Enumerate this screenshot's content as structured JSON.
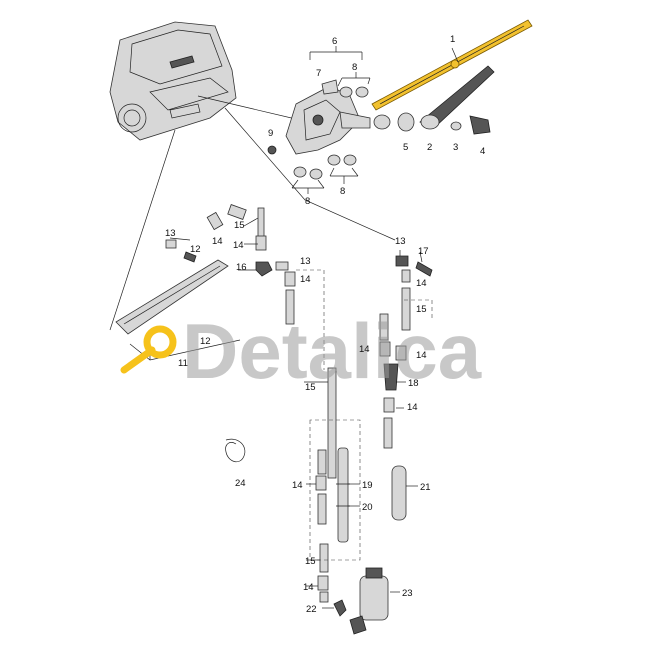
{
  "watermark": {
    "text": "Detalica",
    "accent_color": "#f6c21b",
    "text_color": "#9a9a9a"
  },
  "highlight_color": "#f2c12e",
  "labels": {
    "l1": "1",
    "l2": "2",
    "l3": "3",
    "l4": "4",
    "l5": "5",
    "l6": "6",
    "l7": "7",
    "l8a": "8",
    "l8b": "8",
    "l8c": "8",
    "l9": "9",
    "l11": "11",
    "l12a": "12",
    "l12b": "12",
    "l13a": "13",
    "l13b": "13",
    "l13c": "13",
    "l14a": "14",
    "l14b": "14",
    "l14c": "14",
    "l14d": "14",
    "l14e": "14",
    "l14f": "14",
    "l14g": "14",
    "l14h": "14",
    "l14i": "14",
    "l15a": "15",
    "l15b": "15",
    "l15c": "15",
    "l15d": "15",
    "l16": "16",
    "l17": "17",
    "l18": "18",
    "l19": "19",
    "l20": "20",
    "l21": "21",
    "l22": "22",
    "l23": "23",
    "l24": "24"
  }
}
